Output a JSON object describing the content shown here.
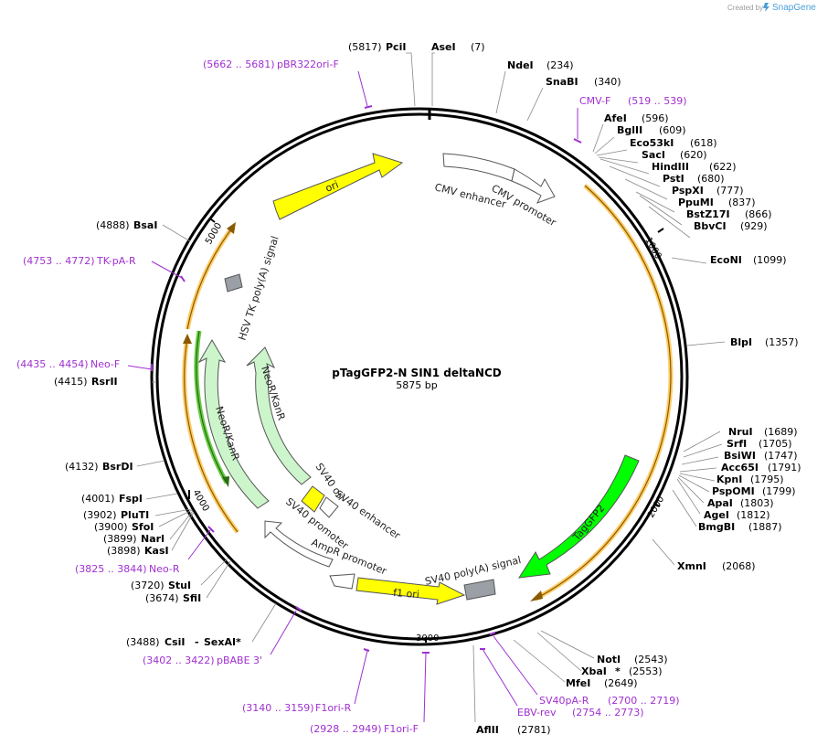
{
  "credit": {
    "prefix": "Created by",
    "brand": "SnapGene"
  },
  "plasmid": {
    "name": "pTagGFP2-N SIN1 deltaNCD",
    "size_label": "5875 bp",
    "length": 5875
  },
  "ticks": [
    {
      "label": "1000",
      "pos": 1000
    },
    {
      "label": "2000",
      "pos": 2000
    },
    {
      "label": "3000",
      "pos": 3000
    },
    {
      "label": "4000",
      "pos": 4000
    },
    {
      "label": "5000",
      "pos": 5000
    }
  ],
  "sites": [
    {
      "name": "PciI",
      "pos_label": "(5817)",
      "pos": 5817,
      "side": "left",
      "star": ""
    },
    {
      "name": "AseI",
      "pos_label": "(7)",
      "pos": 7,
      "side": "right",
      "star": ""
    },
    {
      "name": "NdeI",
      "pos_label": "(234)",
      "pos": 234,
      "side": "right",
      "star": ""
    },
    {
      "name": "SnaBI",
      "pos_label": "(340)",
      "pos": 340,
      "side": "right",
      "star": ""
    },
    {
      "name": "AfeI",
      "pos_label": "(596)",
      "pos": 596,
      "side": "right",
      "star": ""
    },
    {
      "name": "BglII",
      "pos_label": "(609)",
      "pos": 609,
      "side": "right",
      "star": ""
    },
    {
      "name": "Eco53kI",
      "pos_label": "(618)",
      "pos": 618,
      "side": "right",
      "star": ""
    },
    {
      "name": "SacI",
      "pos_label": "(620)",
      "pos": 620,
      "side": "right",
      "star": ""
    },
    {
      "name": "HindIII",
      "pos_label": "(622)",
      "pos": 622,
      "side": "right",
      "star": ""
    },
    {
      "name": "PstI",
      "pos_label": "(680)",
      "pos": 680,
      "side": "right",
      "star": ""
    },
    {
      "name": "PspXI",
      "pos_label": "(777)",
      "pos": 777,
      "side": "right",
      "star": ""
    },
    {
      "name": "PpuMI",
      "pos_label": "(837)",
      "pos": 837,
      "side": "right",
      "star": ""
    },
    {
      "name": "BstZ17I",
      "pos_label": "(866)",
      "pos": 866,
      "side": "right",
      "star": ""
    },
    {
      "name": "BbvCI",
      "pos_label": "(929)",
      "pos": 929,
      "side": "right",
      "star": ""
    },
    {
      "name": "EcoNI",
      "pos_label": "(1099)",
      "pos": 1099,
      "side": "right",
      "star": ""
    },
    {
      "name": "BlpI",
      "pos_label": "(1357)",
      "pos": 1357,
      "side": "right",
      "star": ""
    },
    {
      "name": "NruI",
      "pos_label": "(1689)",
      "pos": 1689,
      "side": "right",
      "star": ""
    },
    {
      "name": "SrfI",
      "pos_label": "(1705)",
      "pos": 1705,
      "side": "right",
      "star": ""
    },
    {
      "name": "BsiWI",
      "pos_label": "(1747)",
      "pos": 1747,
      "side": "right",
      "star": ""
    },
    {
      "name": "Acc65I",
      "pos_label": "(1791)",
      "pos": 1791,
      "side": "right",
      "star": ""
    },
    {
      "name": "KpnI",
      "pos_label": "(1795)",
      "pos": 1795,
      "side": "right",
      "star": ""
    },
    {
      "name": "PspOMI",
      "pos_label": "(1799)",
      "pos": 1799,
      "side": "right",
      "star": ""
    },
    {
      "name": "ApaI",
      "pos_label": "(1803)",
      "pos": 1803,
      "side": "right",
      "star": ""
    },
    {
      "name": "AgeI",
      "pos_label": "(1812)",
      "pos": 1812,
      "side": "right",
      "star": ""
    },
    {
      "name": "BmgBI",
      "pos_label": "(1887)",
      "pos": 1887,
      "side": "right",
      "star": ""
    },
    {
      "name": "XmnI",
      "pos_label": "(2068)",
      "pos": 2068,
      "side": "right",
      "star": ""
    },
    {
      "name": "NotI",
      "pos_label": "(2543)",
      "pos": 2543,
      "side": "right",
      "star": ""
    },
    {
      "name": "XbaI",
      "pos_label": "(2553)",
      "pos": 2553,
      "side": "right",
      "star": " *"
    },
    {
      "name": "MfeI",
      "pos_label": "(2649)",
      "pos": 2649,
      "side": "right",
      "star": ""
    },
    {
      "name": "AflII",
      "pos_label": "(2781)",
      "pos": 2781,
      "side": "right",
      "star": ""
    },
    {
      "name": "CsiI",
      "pos_label": "(3488)",
      "pos": 3488,
      "side": "left",
      "star": ""
    },
    {
      "name": "SexAI",
      "pos_label": "",
      "pos": 3488,
      "side": "left",
      "star": " *",
      "prefix": "- "
    },
    {
      "name": "SfiI",
      "pos_label": "(3674)",
      "pos": 3674,
      "side": "left",
      "star": ""
    },
    {
      "name": "StuI",
      "pos_label": "(3720)",
      "pos": 3720,
      "side": "left",
      "star": ""
    },
    {
      "name": "KasI",
      "pos_label": "(3898)",
      "pos": 3898,
      "side": "left",
      "star": ""
    },
    {
      "name": "NarI",
      "pos_label": "(3899)",
      "pos": 3899,
      "side": "left",
      "star": ""
    },
    {
      "name": "SfoI",
      "pos_label": "(3900)",
      "pos": 3900,
      "side": "left",
      "star": ""
    },
    {
      "name": "PluTI",
      "pos_label": "(3902)",
      "pos": 3902,
      "side": "left",
      "star": ""
    },
    {
      "name": "FspI",
      "pos_label": "(4001)",
      "pos": 4001,
      "side": "left",
      "star": ""
    },
    {
      "name": "BsrDI",
      "pos_label": "(4132)",
      "pos": 4132,
      "side": "left",
      "star": ""
    },
    {
      "name": "RsrII",
      "pos_label": "(4415)",
      "pos": 4415,
      "side": "left",
      "star": ""
    },
    {
      "name": "BsaI",
      "pos_label": "(4888)",
      "pos": 4888,
      "side": "left",
      "star": ""
    }
  ],
  "primers": [
    {
      "name": "CMV-F",
      "range": "(519 .. 539)",
      "pos": 529
    },
    {
      "name": "pBR322ori-F",
      "range": "(5662 .. 5681)",
      "pos": 5671
    },
    {
      "name": "TK-pA-R",
      "range": "(4753 .. 4772)",
      "pos": 4762
    },
    {
      "name": "Neo-F",
      "range": "(4435 .. 4454)",
      "pos": 4444
    },
    {
      "name": "Neo-R",
      "range": "(3825 .. 3844)",
      "pos": 3834
    },
    {
      "name": "pBABE 3'",
      "range": "(3402 .. 3422)",
      "pos": 3412
    },
    {
      "name": "F1ori-R",
      "range": "(3140 .. 3159)",
      "pos": 3150
    },
    {
      "name": "F1ori-F",
      "range": "(2928 .. 2949)",
      "pos": 2938
    },
    {
      "name": "EBV-rev",
      "range": "(2754 .. 2773)",
      "pos": 2763
    },
    {
      "name": "SV40pA-R",
      "range": "(2700 .. 2719)",
      "pos": 2710
    }
  ],
  "features": [
    {
      "name": "ori",
      "color": "#ffff00"
    },
    {
      "name": "CMV enhancer",
      "color": "#ffffff"
    },
    {
      "name": "CMV promoter",
      "color": "#ffffff"
    },
    {
      "name": "TagGFP2",
      "color": "#00ff00"
    },
    {
      "name": "SV40 poly(A) signal",
      "color": "#9aa0a6"
    },
    {
      "name": "f1 ori",
      "color": "#ffff00"
    },
    {
      "name": "AmpR promoter",
      "color": "#ffffff"
    },
    {
      "name": "SV40 promoter",
      "color": "#ffffff"
    },
    {
      "name": "SV40 ori",
      "color": "#ffff00"
    },
    {
      "name": "SV40 enhancer",
      "color": "#ffffff"
    },
    {
      "name": "NeoR/KanR",
      "color": "#ccf5cc"
    },
    {
      "name": "NeoR/KanR",
      "color": "#ccf5cc"
    },
    {
      "name": "HSV TK poly(A) signal",
      "color": "#9aa0a6"
    }
  ],
  "colors": {
    "primer": "#a030d0",
    "orf": "#ff9900",
    "backbone": "#000000"
  }
}
